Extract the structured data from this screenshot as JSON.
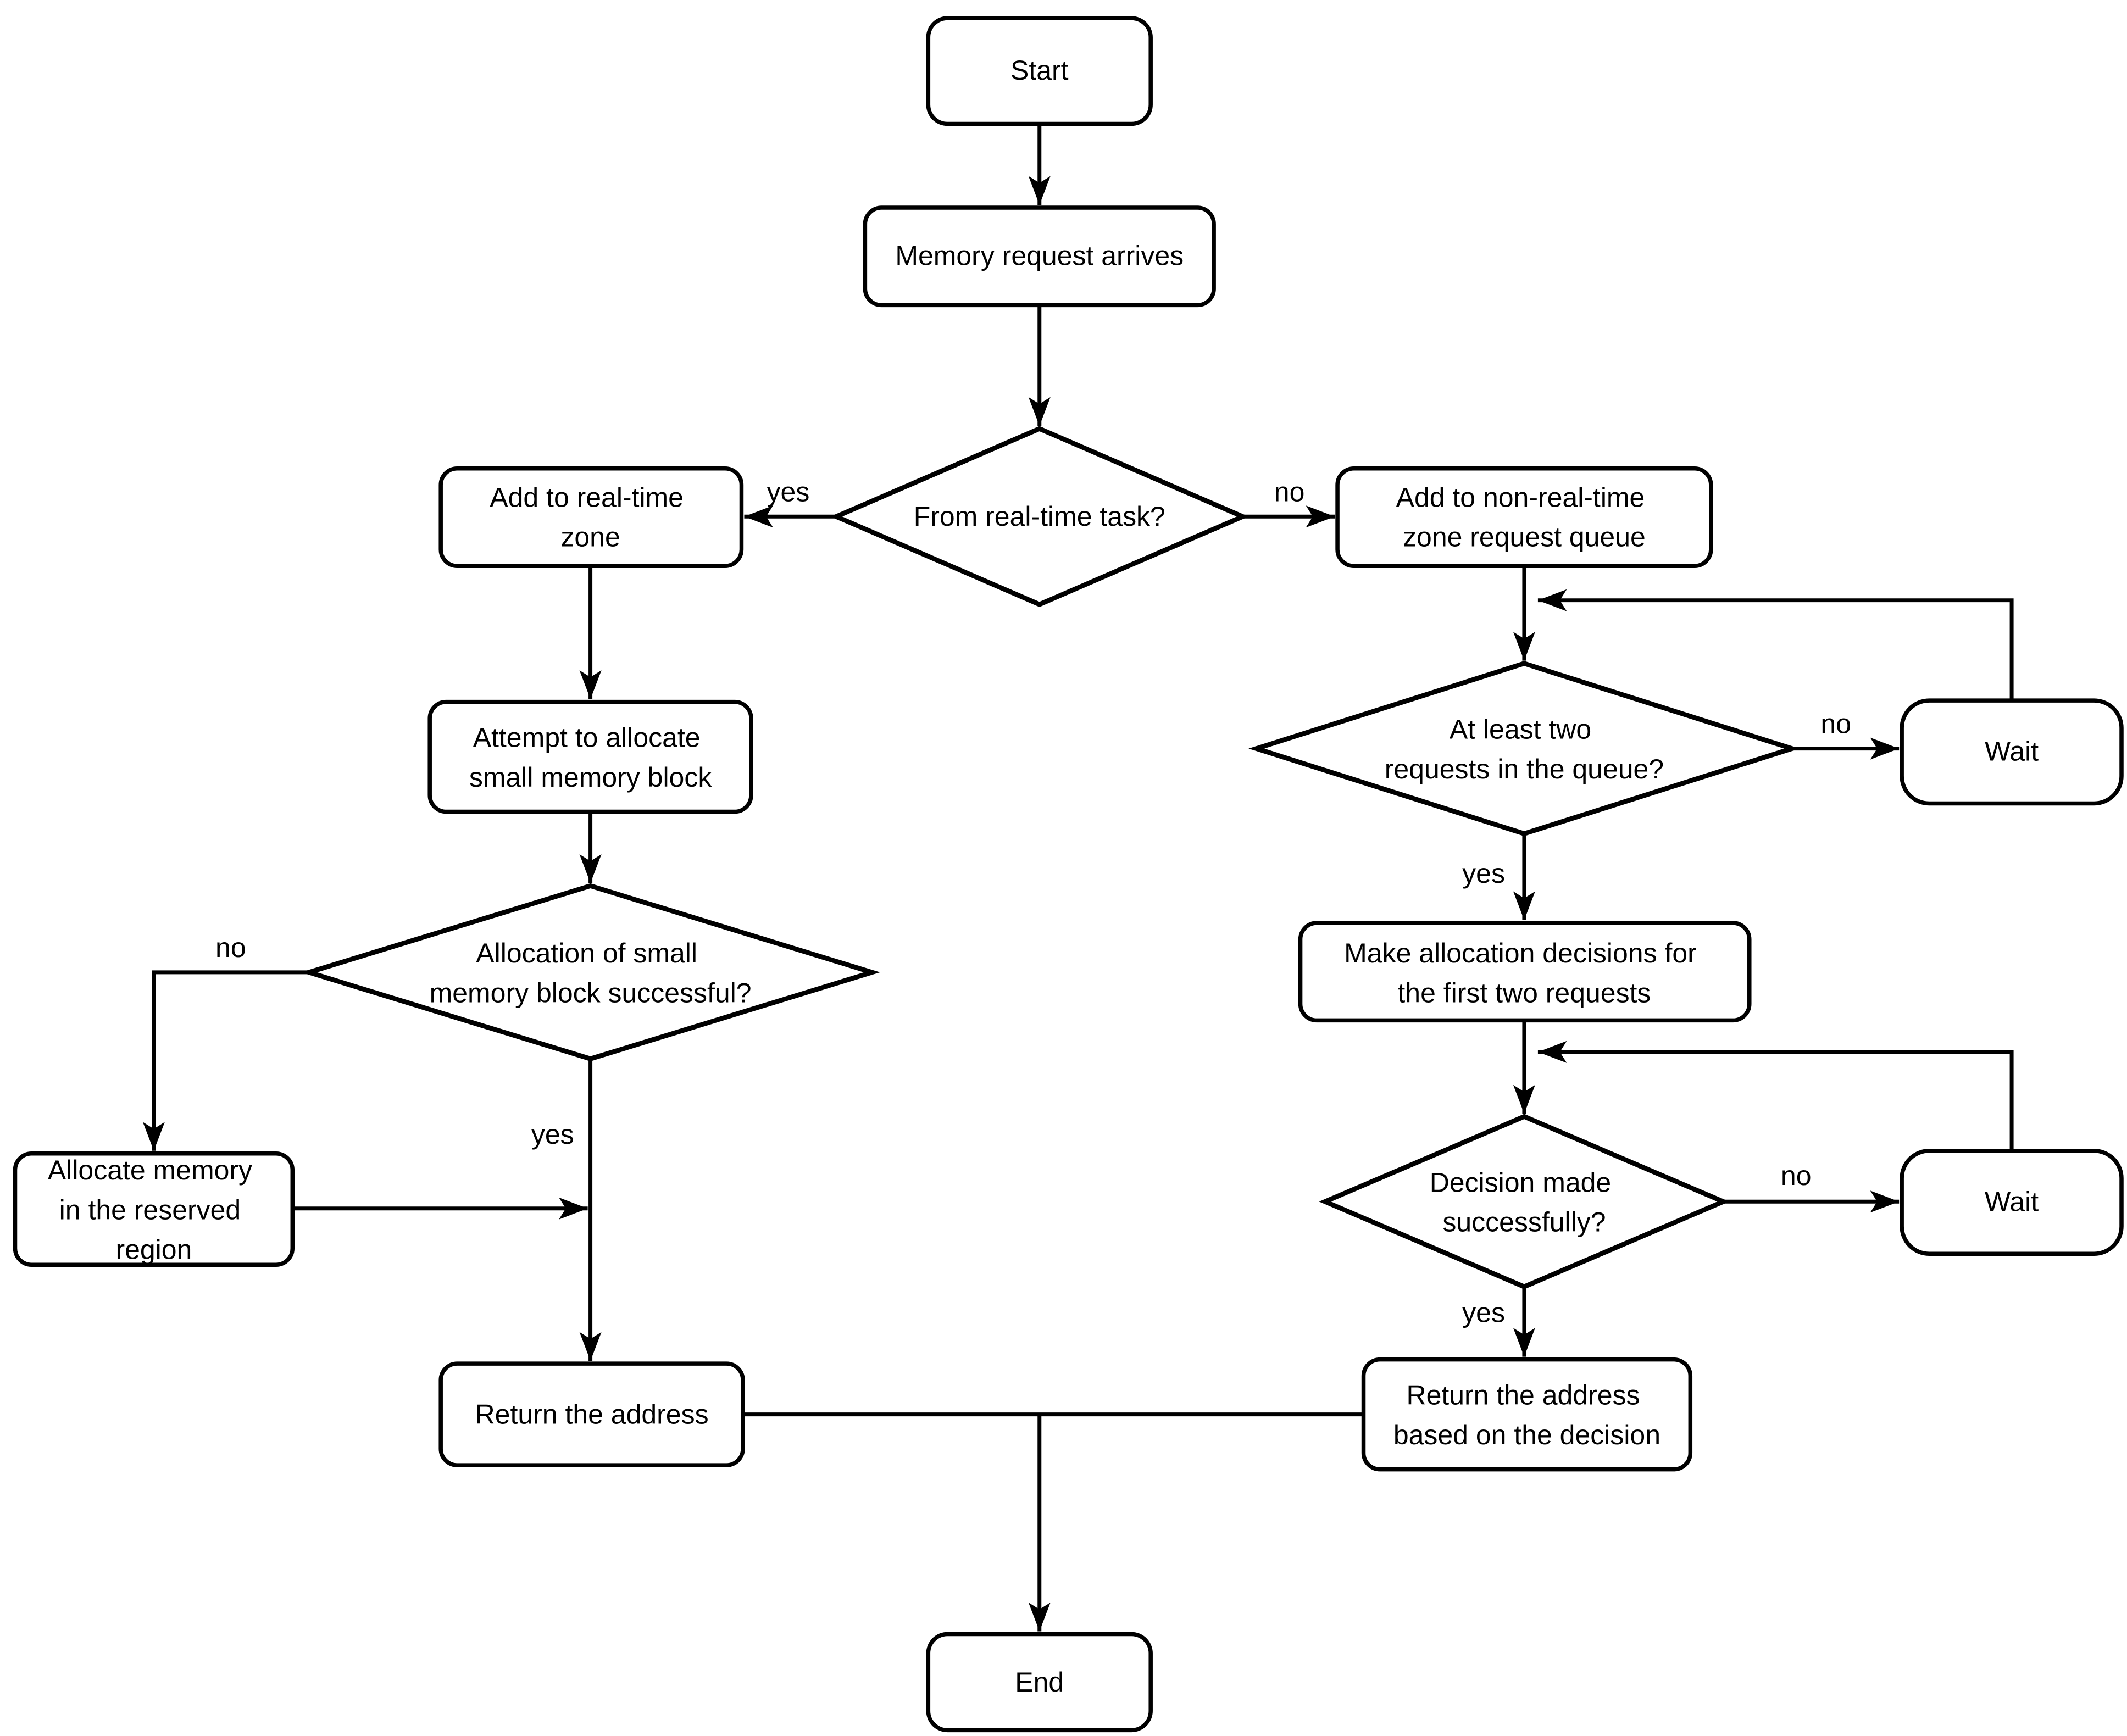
{
  "colors": {
    "background": "#ffffff",
    "shape_fill": "#ffffff",
    "shape_stroke": "#000000",
    "text": "#000000"
  },
  "nodes": {
    "start": {
      "type": "terminator",
      "lines": [
        "Start"
      ]
    },
    "memory_request_arrives": {
      "type": "process",
      "lines": [
        "Memory request arrives"
      ]
    },
    "from_real_time_task": {
      "type": "decision",
      "lines": [
        "From real-time task?"
      ]
    },
    "add_to_real_time_zone": {
      "type": "process",
      "lines": [
        "Add to real-time",
        "zone"
      ]
    },
    "add_to_non_real_time_zone_request_queue": {
      "type": "process",
      "lines": [
        "Add to non-real-time",
        "zone request queue"
      ]
    },
    "attempt_to_allocate_small_memory_block": {
      "type": "process",
      "lines": [
        "Attempt to allocate",
        "small memory block"
      ]
    },
    "allocation_of_small_memory_block_successful": {
      "type": "decision",
      "lines": [
        "Allocation of small",
        "memory block successful?"
      ]
    },
    "allocate_memory_in_reserved_region": {
      "type": "process",
      "lines": [
        "Allocate memory",
        "in the reserved",
        "region"
      ]
    },
    "return_the_address": {
      "type": "process",
      "lines": [
        "Return the address"
      ]
    },
    "at_least_two_requests_in_queue": {
      "type": "decision",
      "lines": [
        "At least two",
        "requests in the queue?"
      ]
    },
    "wait_1": {
      "type": "process",
      "lines": [
        "Wait"
      ]
    },
    "make_allocation_decisions": {
      "type": "process",
      "lines": [
        "Make allocation decisions for",
        "the first two requests"
      ]
    },
    "decision_made_successfully": {
      "type": "decision",
      "lines": [
        "Decision made",
        "successfully?"
      ]
    },
    "wait_2": {
      "type": "process",
      "lines": [
        "Wait"
      ]
    },
    "return_address_based_on_decision": {
      "type": "process",
      "lines": [
        "Return the address",
        "based on the decision"
      ]
    },
    "end": {
      "type": "terminator",
      "lines": [
        "End"
      ]
    }
  },
  "edge_labels": {
    "from_real_time_task_yes": "yes",
    "from_real_time_task_no": "no",
    "allocation_successful_no": "no",
    "allocation_successful_yes": "yes",
    "at_least_two_requests_no": "no",
    "at_least_two_requests_yes": "yes",
    "decision_made_no": "no",
    "decision_made_yes": "yes"
  }
}
